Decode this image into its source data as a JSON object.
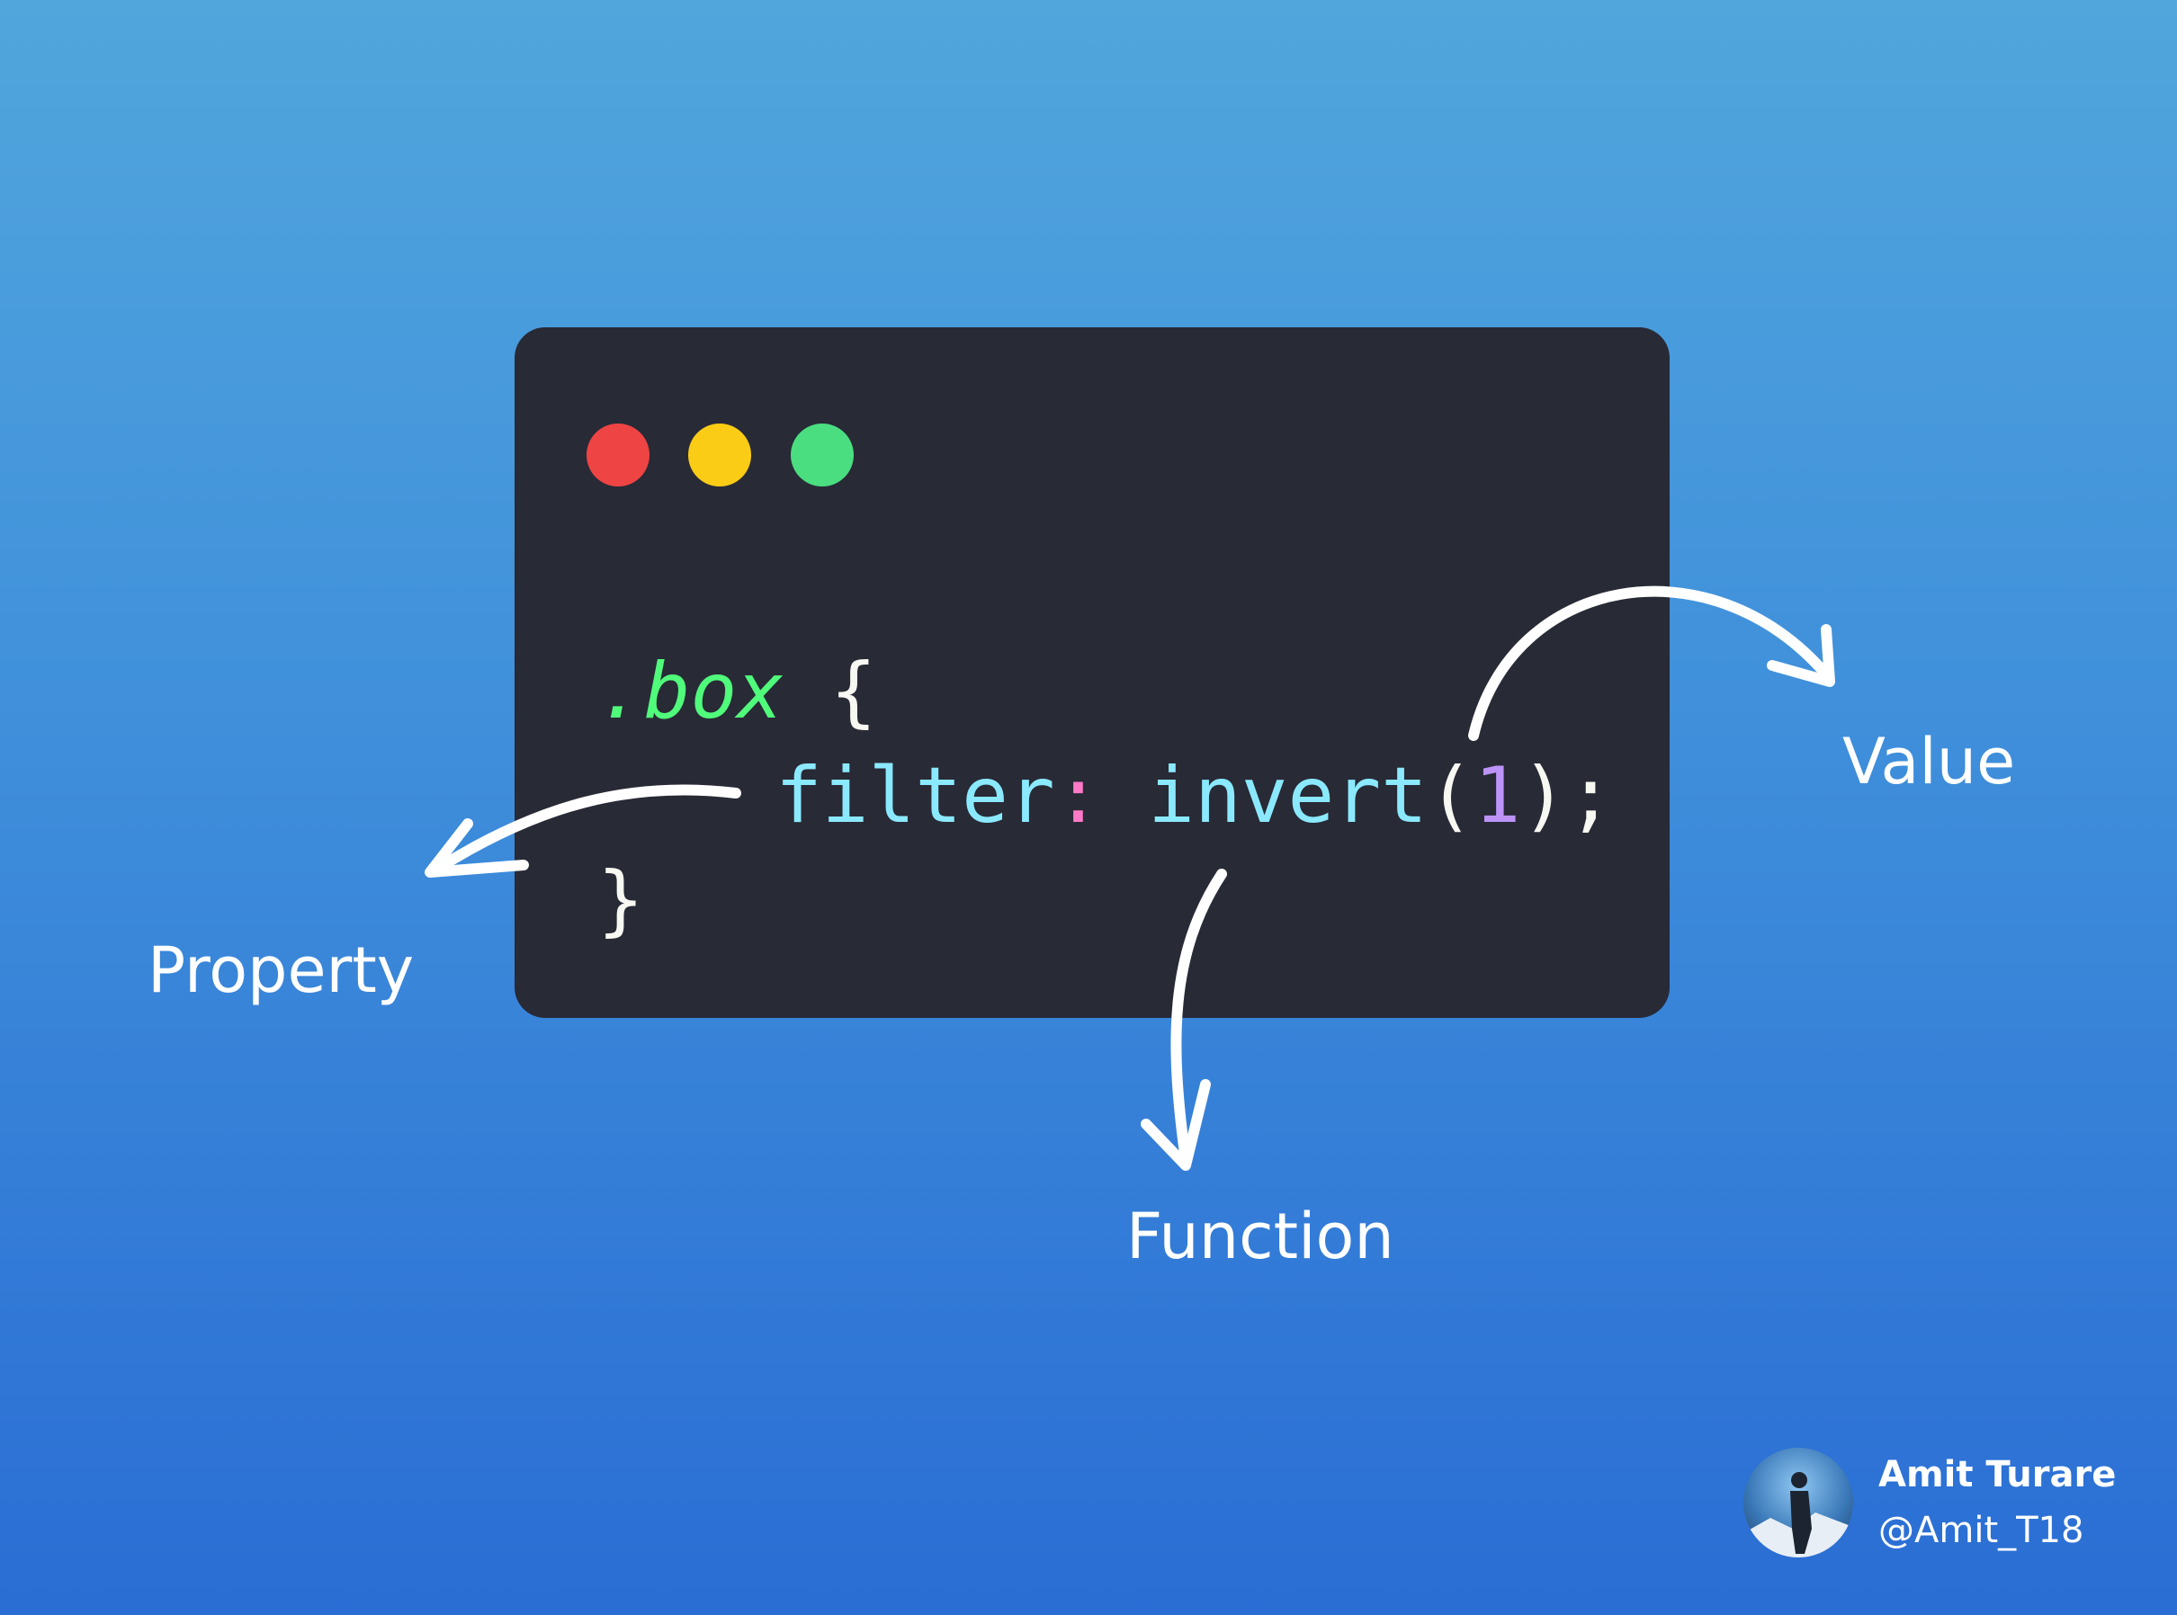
{
  "colors": {
    "window_bg": "#282a36",
    "dot_red": "#ef4444",
    "dot_yellow": "#facc15",
    "dot_green": "#4ade80",
    "selector": "#50fa7b",
    "brace": "#f8f8f2",
    "property": "#8be9fd",
    "colon": "#ff79c6",
    "function": "#8be9fd",
    "paren": "#f8f8f2",
    "number": "#bd93f9"
  },
  "code": {
    "selector": ".box",
    "open_brace": " {",
    "property": "filter",
    "colon": ":",
    "function": " invert",
    "paren_open": "(",
    "value": "1",
    "paren_close_semicolon": ");",
    "close_brace": "}"
  },
  "labels": {
    "property": "Property",
    "function": "Function",
    "value": "Value"
  },
  "author": {
    "name": "Amit Turare",
    "handle": "@Amit_T18"
  }
}
